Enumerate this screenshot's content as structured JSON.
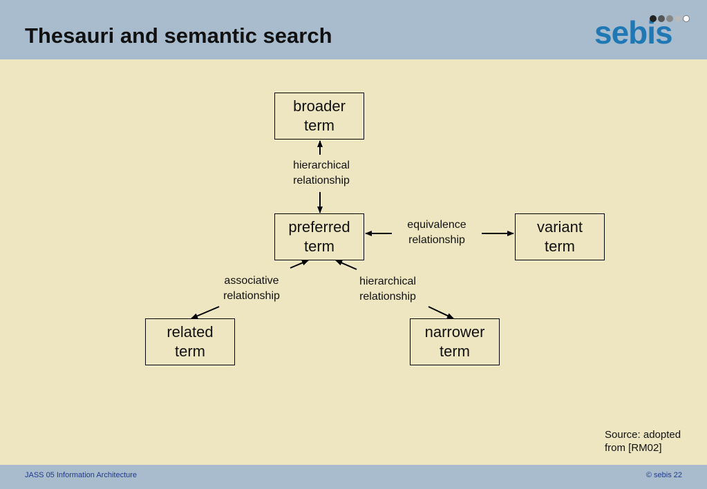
{
  "slide": {
    "title": "Thesauri and semantic search",
    "logo_text": "sebis",
    "footer_left": "JASS 05 Information Architecture",
    "footer_right": "© sebis  22",
    "source_line1": "Source: adopted",
    "source_line2": "from [RM02]"
  },
  "colors": {
    "header_bg": "#a9bccd",
    "slide_bg": "#ede6c1",
    "logo_blue": "#1f78b4"
  },
  "diagram": {
    "nodes": {
      "broader": {
        "line1": "broader",
        "line2": "term"
      },
      "preferred": {
        "line1": "preferred",
        "line2": "term"
      },
      "variant": {
        "line1": "variant",
        "line2": "term"
      },
      "related": {
        "line1": "related",
        "line2": "term"
      },
      "narrower": {
        "line1": "narrower",
        "line2": "term"
      }
    },
    "edges": {
      "broader_hier": {
        "line1": "hierarchical",
        "line2": "relationship"
      },
      "equivalence": {
        "line1": "equivalence",
        "line2": "relationship"
      },
      "associative": {
        "line1": "associative",
        "line2": "relationship"
      },
      "narrower_hier": {
        "line1": "hierarchical",
        "line2": "relationship"
      }
    }
  }
}
